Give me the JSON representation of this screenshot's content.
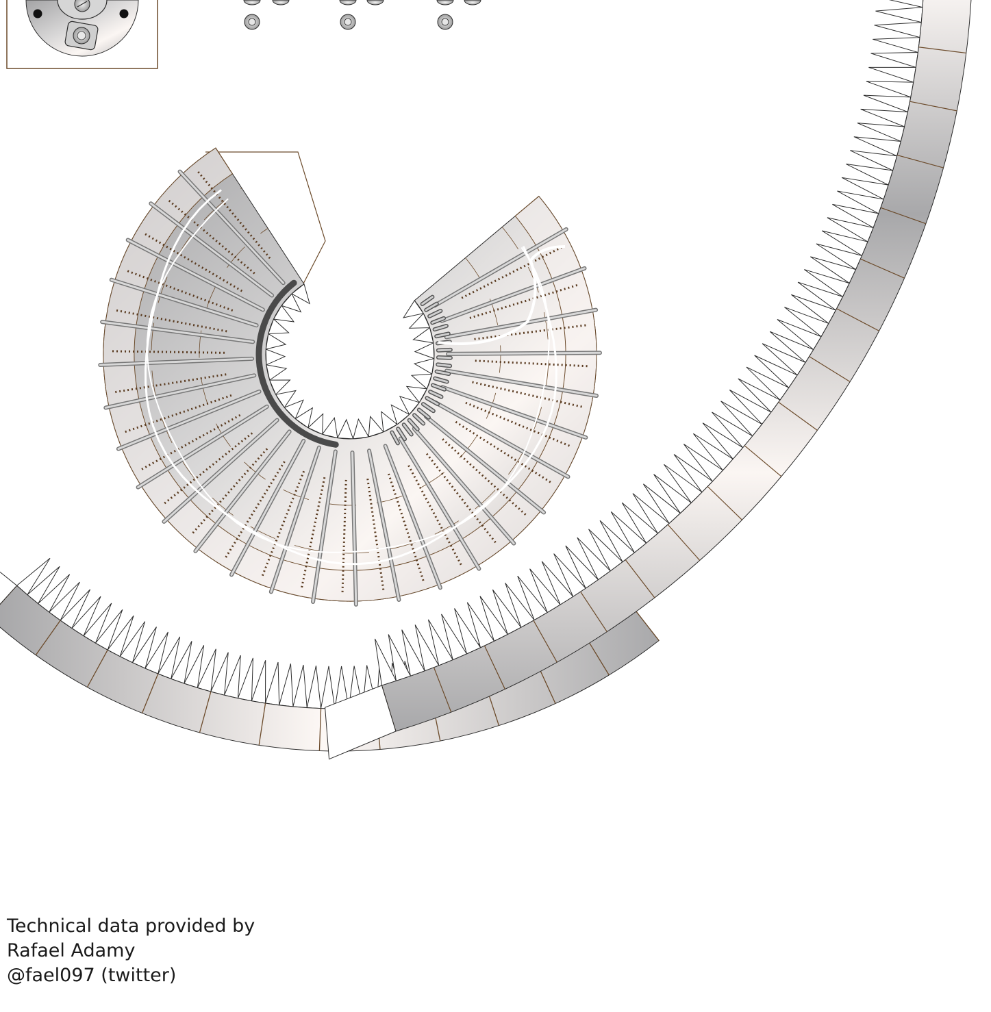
{
  "credit": {
    "line1": "Technical data provided by",
    "line2": "Rafael Adamy",
    "line3": "@fael097  (twitter)"
  },
  "colors": {
    "fold_line": "#6b4a2a",
    "outline": "#2b2b2b",
    "panel_dark": "#a9a9ab",
    "panel_light": "#fdf8f5",
    "rail": "#8e8e8e",
    "conduit": "#ffffff",
    "dark_band": "#4a4a4a"
  }
}
